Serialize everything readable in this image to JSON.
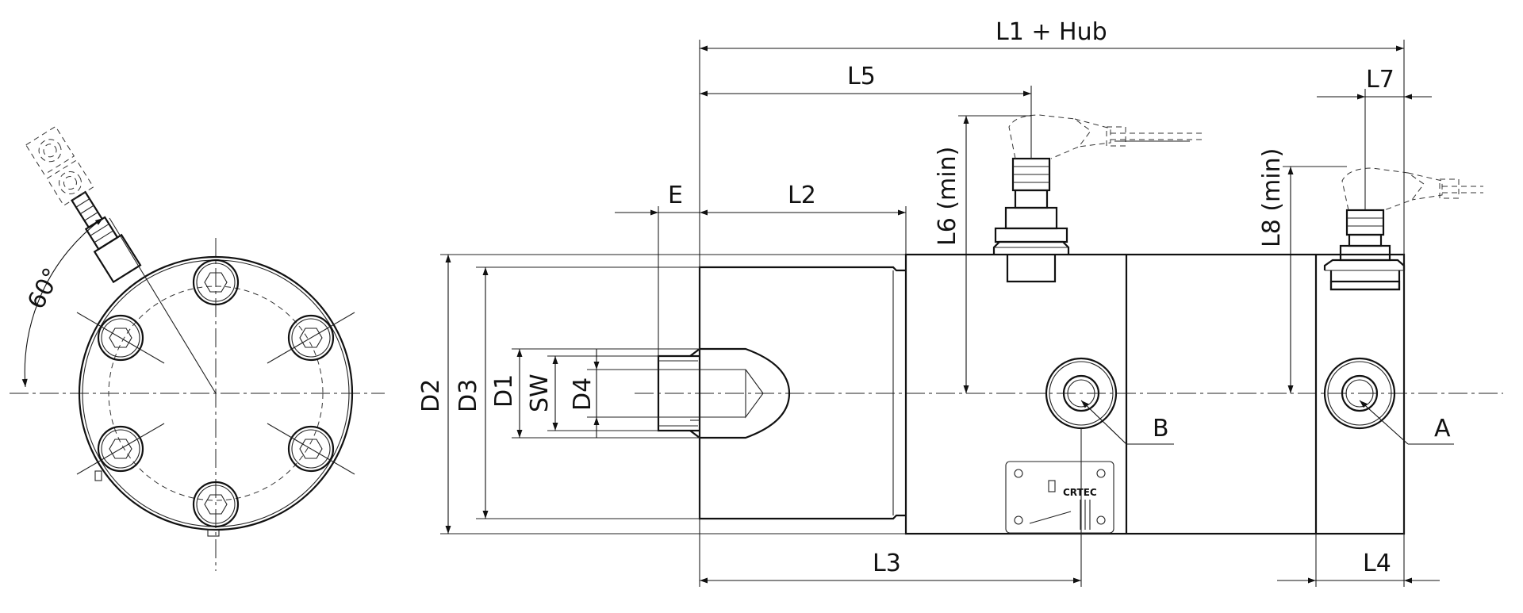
{
  "labels": {
    "L1": "L1 + Hub",
    "L2": "L2",
    "L3": "L3",
    "L4": "L4",
    "L5": "L5",
    "L6": "L6 (min)",
    "L7": "L7",
    "L8": "L8 (min)",
    "D1": "D1",
    "D2": "D2",
    "D3": "D3",
    "D4": "D4",
    "SW": "SW",
    "E": "E",
    "A": "A",
    "B": "B",
    "angle": "60°"
  },
  "nameplate": {
    "logo": "CRTEC"
  }
}
